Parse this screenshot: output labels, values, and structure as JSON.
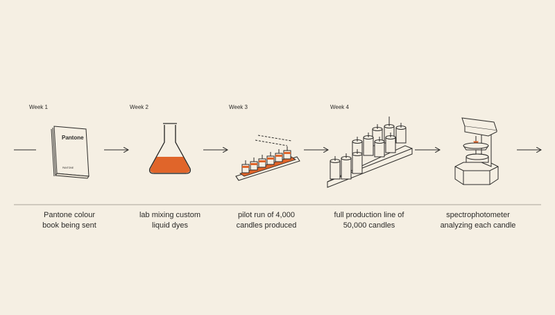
{
  "weeks": [
    "Week 1",
    "Week 2",
    "Week 3",
    "Week 4"
  ],
  "steps": [
    {
      "icon": "pantone-book-icon",
      "caption": [
        "Pantone colour",
        "book being sent"
      ],
      "book_title": "Pantone",
      "book_subtitle": "PANTONE"
    },
    {
      "icon": "erlenmeyer-flask-icon",
      "caption": [
        "lab mixing custom",
        "liquid dyes"
      ]
    },
    {
      "icon": "pilot-candle-tray-icon",
      "caption": [
        "pilot run of 4,000",
        "candles produced"
      ]
    },
    {
      "icon": "candle-production-line-icon",
      "caption": [
        "full production line of",
        "50,000 candles"
      ]
    },
    {
      "icon": "spectrophotometer-icon",
      "caption": [
        "spectrophotometer",
        "analyzing each candle"
      ]
    }
  ],
  "colors": {
    "background": "#f5efe3",
    "ink": "#2b2a28",
    "accent": "#e0652a"
  }
}
